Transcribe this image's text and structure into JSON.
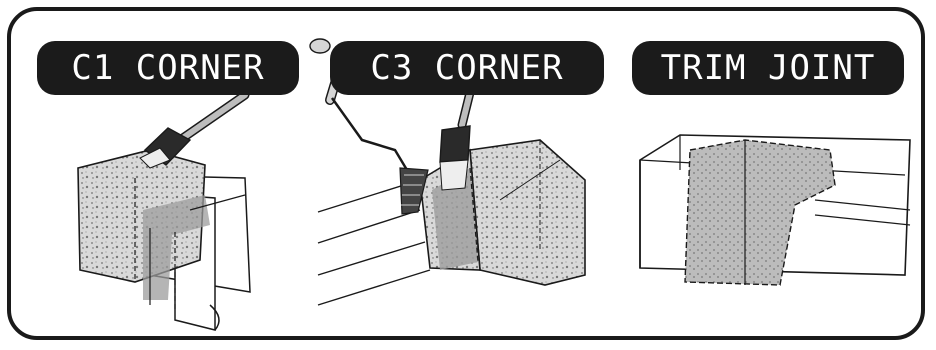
{
  "labels": {
    "c1": "C1 CORNER",
    "c3": "C3 CORNER",
    "trim": "TRIM JOINT"
  },
  "colors": {
    "label_bg": "#1b1b1b",
    "label_text": "#ffffff",
    "line": "#1a1a1a",
    "texture_fill": "#bdbdbd",
    "band_fill": "#9c9c9c"
  },
  "icons": [
    "brush-icon",
    "roller-icon"
  ]
}
